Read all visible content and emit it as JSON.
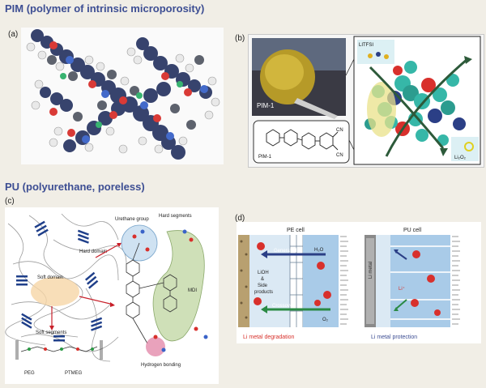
{
  "headings": {
    "pim": "PIM (polymer of intrinsic microporosity)",
    "pu": "PU (polyurethane, poreless)"
  },
  "panel_labels": {
    "a": "(a)",
    "b": "(b)",
    "c": "(c)",
    "d": "(d)"
  },
  "panel_b": {
    "tfsi": "LITFSI",
    "li2o": "Li₂O₂",
    "pim1": "PIM-1",
    "cn": "CN"
  },
  "panel_c": {
    "urethane_group": "Urethane group",
    "hard_segments": "Hard segments",
    "hard_domain": "Hard domain",
    "soft_domain": "Soft domain",
    "mdi": "MDI",
    "soft_segments": "Soft segments",
    "hydrogen_bonding": "Hydrogen bonding",
    "peg": "PEG",
    "ptmeg": "PTMEG"
  },
  "panel_d": {
    "pe_cell": "PE cell",
    "pu_cell": "PU cell",
    "generated": "Generated",
    "h2o": "H₂O",
    "lioh": "LiOH",
    "amp": "&",
    "side": "Side",
    "products": "products",
    "crossover": "Crossover",
    "o2": "O₂",
    "li_metal": "Li metal",
    "li_plus": "Li⁺",
    "degradation": "Li metal degradation",
    "protection": "Li metal protection"
  },
  "colors": {
    "heading": "#3d4e93",
    "degradation": "#d7312b",
    "protection": "#3d4e93",
    "background": "#f1eee6"
  }
}
